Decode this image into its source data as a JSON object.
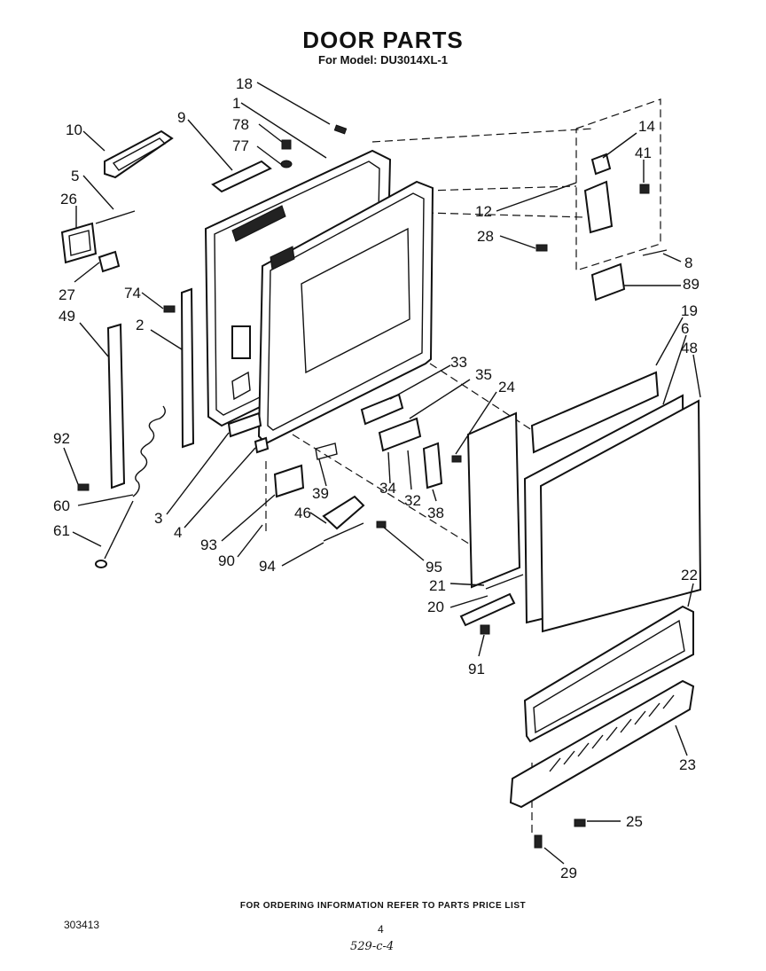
{
  "header": {
    "title": "DOOR PARTS",
    "subtitle": "For Model: DU3014XL-1"
  },
  "callouts": [
    {
      "id": "c18",
      "label": "18"
    },
    {
      "id": "c1",
      "label": "1"
    },
    {
      "id": "c78",
      "label": "78"
    },
    {
      "id": "c77",
      "label": "77"
    },
    {
      "id": "c10",
      "label": "10"
    },
    {
      "id": "c9",
      "label": "9"
    },
    {
      "id": "c5",
      "label": "5"
    },
    {
      "id": "c26",
      "label": "26"
    },
    {
      "id": "c27",
      "label": "27"
    },
    {
      "id": "c74",
      "label": "74"
    },
    {
      "id": "c49",
      "label": "49"
    },
    {
      "id": "c2",
      "label": "2"
    },
    {
      "id": "c92",
      "label": "92"
    },
    {
      "id": "c60",
      "label": "60"
    },
    {
      "id": "c61",
      "label": "61"
    },
    {
      "id": "c3",
      "label": "3"
    },
    {
      "id": "c4",
      "label": "4"
    },
    {
      "id": "c93",
      "label": "93"
    },
    {
      "id": "c90",
      "label": "90"
    },
    {
      "id": "c94",
      "label": "94"
    },
    {
      "id": "c46",
      "label": "46"
    },
    {
      "id": "c39",
      "label": "39"
    },
    {
      "id": "c34",
      "label": "34"
    },
    {
      "id": "c32",
      "label": "32"
    },
    {
      "id": "c38",
      "label": "38"
    },
    {
      "id": "c33",
      "label": "33"
    },
    {
      "id": "c35",
      "label": "35"
    },
    {
      "id": "c24",
      "label": "24"
    },
    {
      "id": "c95",
      "label": "95"
    },
    {
      "id": "c21",
      "label": "21"
    },
    {
      "id": "c20",
      "label": "20"
    },
    {
      "id": "c91",
      "label": "91"
    },
    {
      "id": "c14",
      "label": "14"
    },
    {
      "id": "c41",
      "label": "41"
    },
    {
      "id": "c12",
      "label": "12"
    },
    {
      "id": "c28",
      "label": "28"
    },
    {
      "id": "c8",
      "label": "8"
    },
    {
      "id": "c89",
      "label": "89"
    },
    {
      "id": "c19",
      "label": "19"
    },
    {
      "id": "c6",
      "label": "6"
    },
    {
      "id": "c48",
      "label": "48"
    },
    {
      "id": "c22",
      "label": "22"
    },
    {
      "id": "c23",
      "label": "23"
    },
    {
      "id": "c25",
      "label": "25"
    },
    {
      "id": "c29",
      "label": "29"
    }
  ],
  "footer": {
    "ordering_note": "FOR ORDERING INFORMATION REFER TO PARTS PRICE LIST",
    "doc_number": "303413",
    "page_number": "4",
    "handwritten_note": "529-c-4"
  }
}
